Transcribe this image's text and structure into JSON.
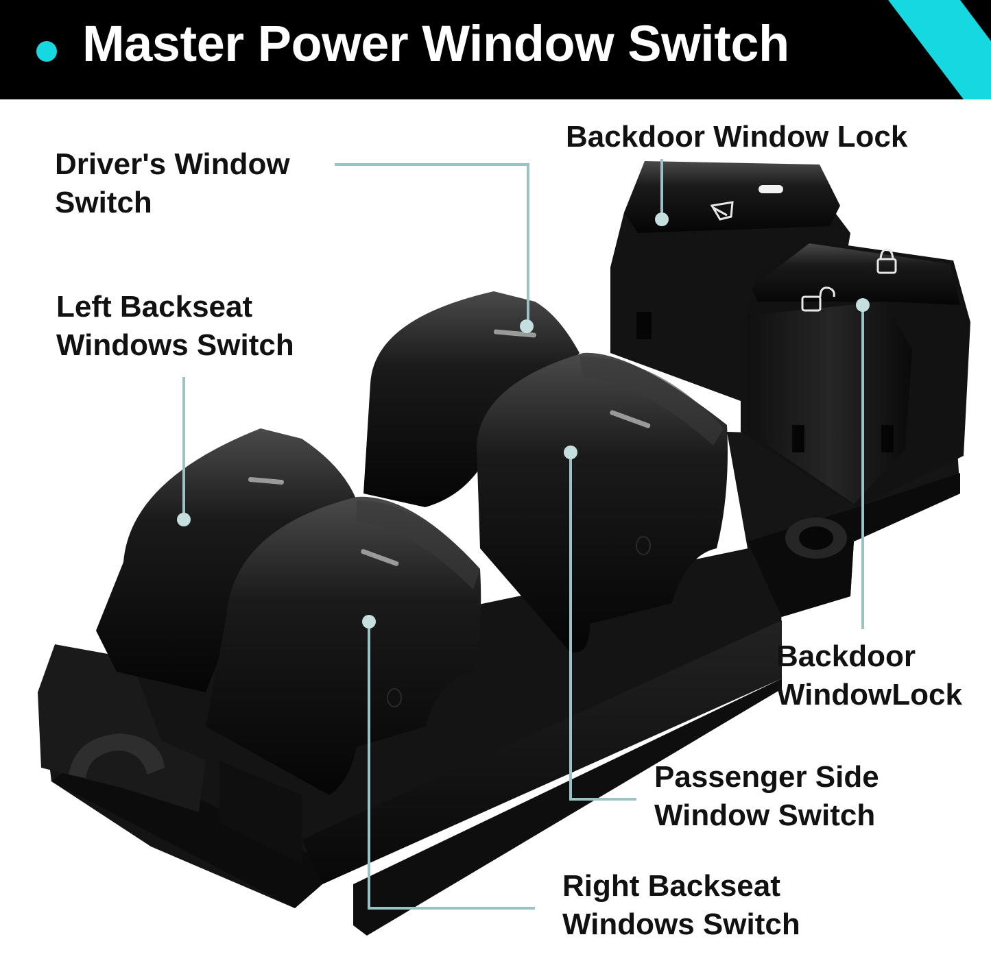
{
  "header": {
    "title": "Master Power Window Switch",
    "accent_color": "#16d8e1",
    "background_color": "#000000"
  },
  "product": {
    "icon": "power-window-switch-panel"
  },
  "labels": {
    "drivers_window": {
      "line1": "Driver's Window",
      "line2": "Switch"
    },
    "left_backseat": {
      "line1": "Left Backseat",
      "line2": "Windows Switch"
    },
    "backdoor_lock_top": {
      "line1": "Backdoor Window Lock"
    },
    "backdoor_lock_right": {
      "line1": "Backdoor",
      "line2": "WindowLock"
    },
    "passenger_side": {
      "line1": "Passenger Side",
      "line2": "Window Switch"
    },
    "right_backseat": {
      "line1": "Right Backseat",
      "line2": "Windows Switch"
    }
  },
  "leader_color": "#9cc3c3"
}
